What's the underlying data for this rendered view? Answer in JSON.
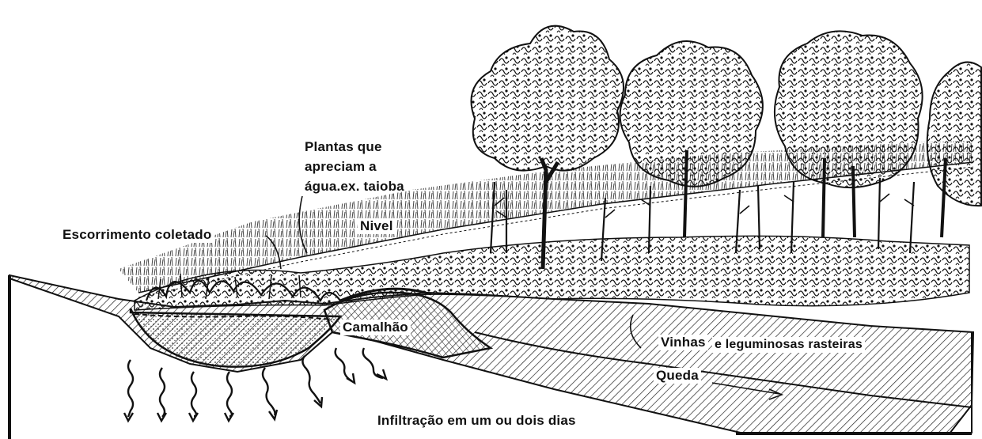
{
  "labels": {
    "plants_line1": "Plantas que",
    "plants_line2": "apreciam a",
    "plants_line3": "água.ex. taioba",
    "runoff": "Escorrimento coletado",
    "level": "Nivel",
    "berm": "Camalhão",
    "vines_a": "Vinhas",
    "vines_b": "e leguminosas rasteiras",
    "slope": "Queda",
    "infiltration": "Infiltração em um ou dois dias"
  },
  "colors": {
    "ink": "#111111",
    "paper": "#ffffff"
  }
}
